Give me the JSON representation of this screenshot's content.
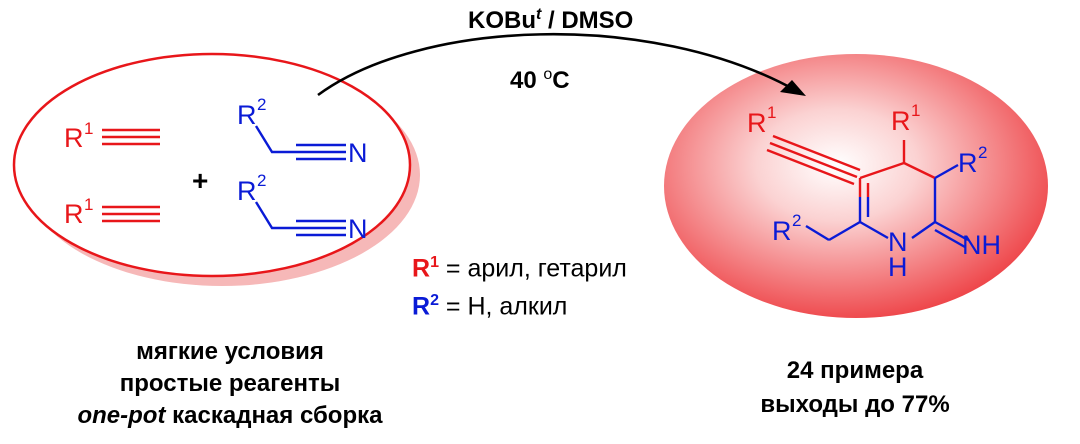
{
  "reaction": {
    "reagent_main": "KOBu",
    "reagent_sup": "t",
    "reagent_rest": " / DMSO",
    "temperature_value": "40 ",
    "temperature_deg": "o",
    "temperature_unit": "C"
  },
  "reactants": {
    "alkyne_r": "R",
    "alkyne_sup": "1",
    "nitrile_r": "R",
    "nitrile_sup": "2",
    "nitrile_n": "N",
    "plus": "+"
  },
  "product": {
    "r1": "R",
    "r1_sup": "1",
    "r2": "R",
    "r2_sup": "2",
    "nh": "N",
    "h": "H",
    "imine": "NH"
  },
  "definitions": {
    "r1_label": "R",
    "r1_sup": "1",
    "r1_text": " = арил, гетарил",
    "r2_label": "R",
    "r2_sup": "2",
    "r2_text": " = H, алкил"
  },
  "notes_left": {
    "line1": "мягкие условия",
    "line2": "простые реагенты",
    "line3_italic": "one-pot",
    "line3_rest": " каскадная сборка"
  },
  "notes_right": {
    "line1": "24 примера",
    "line2": "выходы до 77%"
  },
  "colors": {
    "red": "#e8161a",
    "blue": "#0a1bd6",
    "ellipse_fill": "#f04a4e",
    "shadow": "#f6b8b8"
  }
}
